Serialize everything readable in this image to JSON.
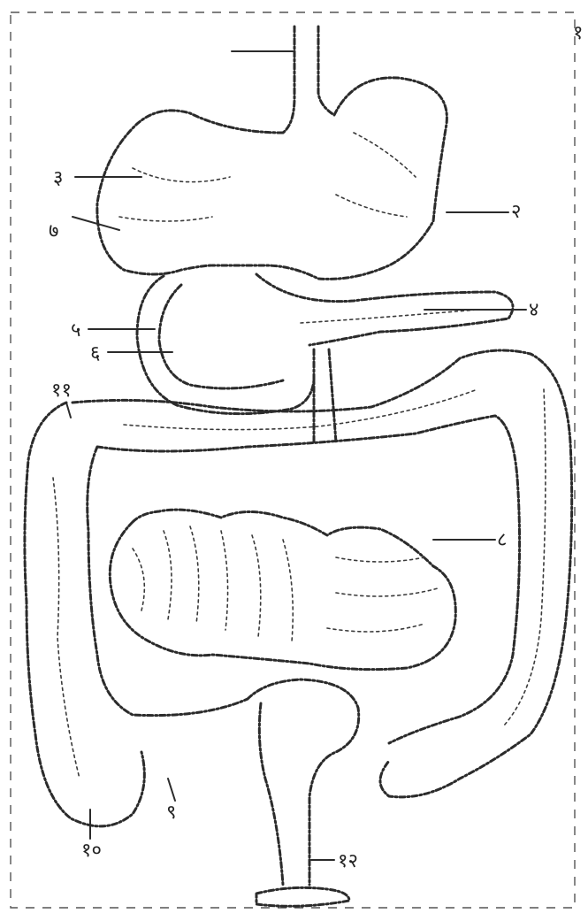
{
  "labels": {
    "l1": "१",
    "l2": "२",
    "l3": "३",
    "l4": "४",
    "l5": "५",
    "l6": "६",
    "l7": "७",
    "l8": "८",
    "l9": "९",
    "l10": "१०",
    "l11": "११",
    "l12": "१२"
  }
}
